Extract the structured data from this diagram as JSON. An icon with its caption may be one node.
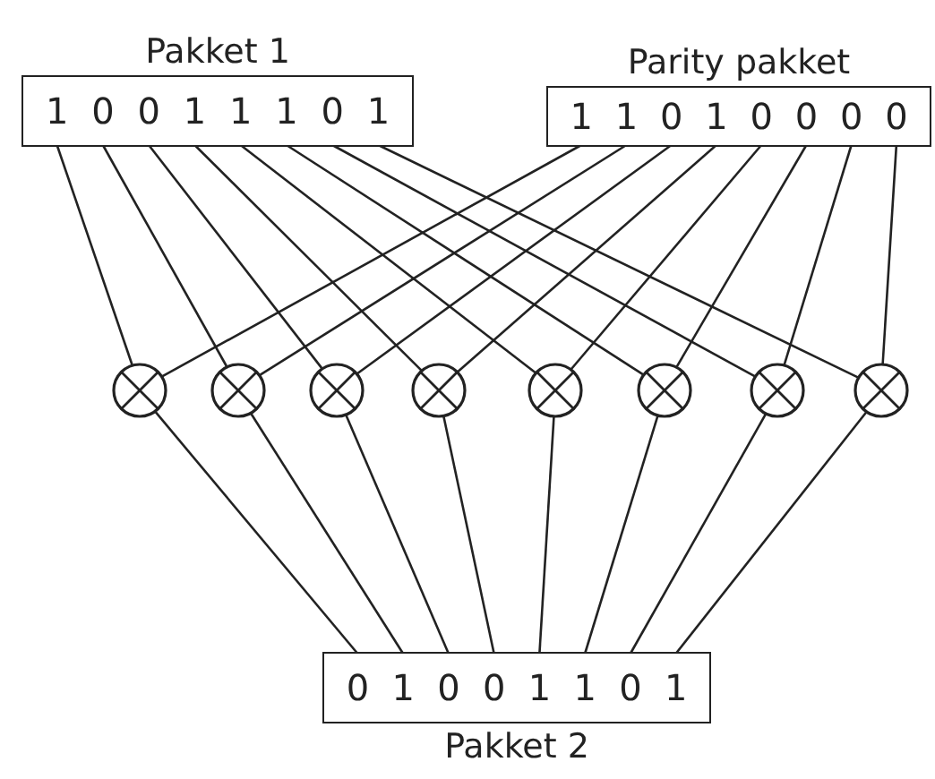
{
  "diagram": {
    "nodes": [
      {
        "text": [
          "Pakket 1"
        ]
      },
      {
        "text": [
          "1"
        ],
        "in": 0
      },
      {
        "text": [
          "0"
        ],
        "in": 0
      },
      {
        "text": [
          "0"
        ],
        "in": 0
      },
      {
        "text": [
          "1"
        ],
        "in": 0
      },
      {
        "text": [
          "1"
        ],
        "in": 0
      },
      {
        "text": [
          "1"
        ],
        "in": 0
      },
      {
        "text": [
          "0"
        ],
        "in": 0
      },
      {
        "text": [
          "1"
        ],
        "in": 0
      },
      {
        "text": [
          "Parity pakket"
        ]
      },
      {
        "text": [
          "1"
        ],
        "in": 9
      },
      {
        "text": [
          "1"
        ],
        "in": 9
      },
      {
        "text": [
          "0"
        ],
        "in": 9
      },
      {
        "text": [
          "1"
        ],
        "in": 9
      },
      {
        "text": [
          "0"
        ],
        "in": 9
      },
      {
        "text": [
          "0"
        ],
        "in": 9
      },
      {
        "text": [
          "0"
        ],
        "in": 9
      },
      {
        "text": [
          "0"
        ],
        "in": 9
      },
      {
        "text": [],
        "shape": "circle"
      },
      {
        "text": [],
        "shape": "circle"
      },
      {
        "text": [],
        "shape": "circle"
      },
      {
        "text": [],
        "shape": "circle"
      },
      {
        "text": [],
        "shape": "circle"
      },
      {
        "text": [],
        "shape": "circle"
      },
      {
        "text": [],
        "shape": "circle"
      },
      {
        "text": [],
        "shape": "circle"
      },
      {
        "text": [
          "Pakket 2"
        ]
      },
      {
        "text": [
          "0"
        ],
        "in": 26
      },
      {
        "text": [
          "1"
        ],
        "in": 26
      },
      {
        "text": [
          "0"
        ],
        "in": 26
      },
      {
        "text": [
          "0"
        ],
        "in": 26
      },
      {
        "text": [
          "1"
        ],
        "in": 26
      },
      {
        "text": [
          "1"
        ],
        "in": 26
      },
      {
        "text": [
          "0"
        ],
        "in": 26
      },
      {
        "text": [
          "1"
        ],
        "in": 26
      }
    ],
    "edges": [
      {
        "from": 1,
        "to": 18,
        "arrow": "none"
      },
      {
        "from": 2,
        "to": 19,
        "arrow": "none"
      },
      {
        "from": 3,
        "to": 20,
        "arrow": "none"
      },
      {
        "from": 4,
        "to": 21,
        "arrow": "none"
      },
      {
        "from": 5,
        "to": 22,
        "arrow": "none"
      },
      {
        "from": 6,
        "to": 23,
        "arrow": "none"
      },
      {
        "from": 7,
        "to": 24,
        "arrow": "none"
      },
      {
        "from": 8,
        "to": 25,
        "arrow": "none"
      },
      {
        "from": 10,
        "to": 18,
        "arrow": "none"
      },
      {
        "from": 11,
        "to": 19,
        "arrow": "none"
      },
      {
        "from": 12,
        "to": 20,
        "arrow": "none"
      },
      {
        "from": 13,
        "to": 21,
        "arrow": "none"
      },
      {
        "from": 14,
        "to": 22,
        "arrow": "none"
      },
      {
        "from": 15,
        "to": 23,
        "arrow": "none"
      },
      {
        "from": 16,
        "to": 24,
        "arrow": "none"
      },
      {
        "from": 17,
        "to": 25,
        "arrow": "none"
      },
      {
        "from": 18,
        "to": 27,
        "arrow": "none"
      },
      {
        "from": 19,
        "to": 28,
        "arrow": "none"
      },
      {
        "from": 20,
        "to": 29,
        "arrow": "none"
      },
      {
        "from": 21,
        "to": 30,
        "arrow": "none"
      },
      {
        "from": 22,
        "to": 31,
        "arrow": "none"
      },
      {
        "from": 23,
        "to": 32,
        "arrow": "none"
      },
      {
        "from": 24,
        "to": 33,
        "arrow": "none"
      },
      {
        "from": 25,
        "to": 34,
        "arrow": "none"
      }
    ]
  }
}
